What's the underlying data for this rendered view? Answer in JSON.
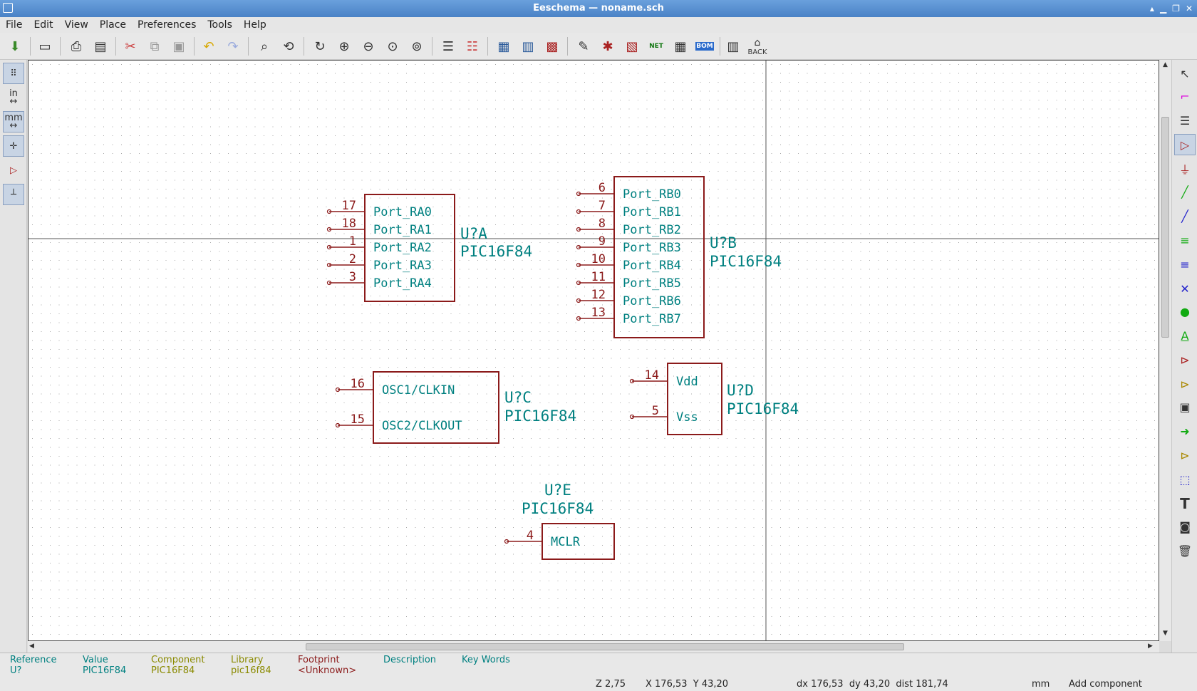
{
  "window": {
    "title": "Eeschema — noname.sch"
  },
  "menu": [
    "File",
    "Edit",
    "View",
    "Place",
    "Preferences",
    "Tools",
    "Help"
  ],
  "toolbar": {
    "back_label": "BACK",
    "net_label": "NET",
    "bom_label": "BOM"
  },
  "lefttool": {
    "in_label": "in",
    "mm_label": "mm"
  },
  "colors": {
    "part": "#8b1a1a",
    "field": "#008080",
    "grid": "#9a9a9a"
  },
  "schematic": {
    "parts": [
      {
        "ref": "U?A",
        "value": "PIC16F84",
        "pins": [
          {
            "num": "17",
            "name": "Port_RA0"
          },
          {
            "num": "18",
            "name": "Port_RA1"
          },
          {
            "num": "1",
            "name": "Port_RA2"
          },
          {
            "num": "2",
            "name": "Port_RA3"
          },
          {
            "num": "3",
            "name": "Port_RA4"
          }
        ]
      },
      {
        "ref": "U?B",
        "value": "PIC16F84",
        "pins": [
          {
            "num": "6",
            "name": "Port_RB0"
          },
          {
            "num": "7",
            "name": "Port_RB1"
          },
          {
            "num": "8",
            "name": "Port_RB2"
          },
          {
            "num": "9",
            "name": "Port_RB3"
          },
          {
            "num": "10",
            "name": "Port_RB4"
          },
          {
            "num": "11",
            "name": "Port_RB5"
          },
          {
            "num": "12",
            "name": "Port_RB6"
          },
          {
            "num": "13",
            "name": "Port_RB7"
          }
        ]
      },
      {
        "ref": "U?C",
        "value": "PIC16F84",
        "pins": [
          {
            "num": "16",
            "name": "OSC1/CLKIN"
          },
          {
            "num": "15",
            "name": "OSC2/CLKOUT"
          }
        ]
      },
      {
        "ref": "U?D",
        "value": "PIC16F84",
        "pins": [
          {
            "num": "14",
            "name": "Vdd"
          },
          {
            "num": "5",
            "name": "Vss"
          }
        ]
      },
      {
        "ref": "U?E",
        "value": "PIC16F84",
        "pins": [
          {
            "num": "4",
            "name": "MCLR"
          }
        ]
      }
    ]
  },
  "msgpanel": [
    {
      "label": "Reference",
      "value": "U?",
      "color": "#008080"
    },
    {
      "label": "Value",
      "value": "PIC16F84",
      "color": "#008080"
    },
    {
      "label": "Component",
      "value": "PIC16F84",
      "color": "#8a8a00"
    },
    {
      "label": "Library",
      "value": "pic16f84",
      "color": "#8a8a00"
    },
    {
      "label": "Footprint",
      "value": "<Unknown>",
      "color": "#8b1a1a"
    },
    {
      "label": "Description",
      "value": "",
      "color": "#008080"
    },
    {
      "label": "Key Words",
      "value": "",
      "color": "#008080"
    }
  ],
  "status": {
    "zoom": "Z 2,75",
    "abs": "X 176,53  Y 43,20",
    "rel": "dx 176,53  dy 43,20  dist 181,74",
    "units": "mm",
    "mode": "Add component"
  }
}
